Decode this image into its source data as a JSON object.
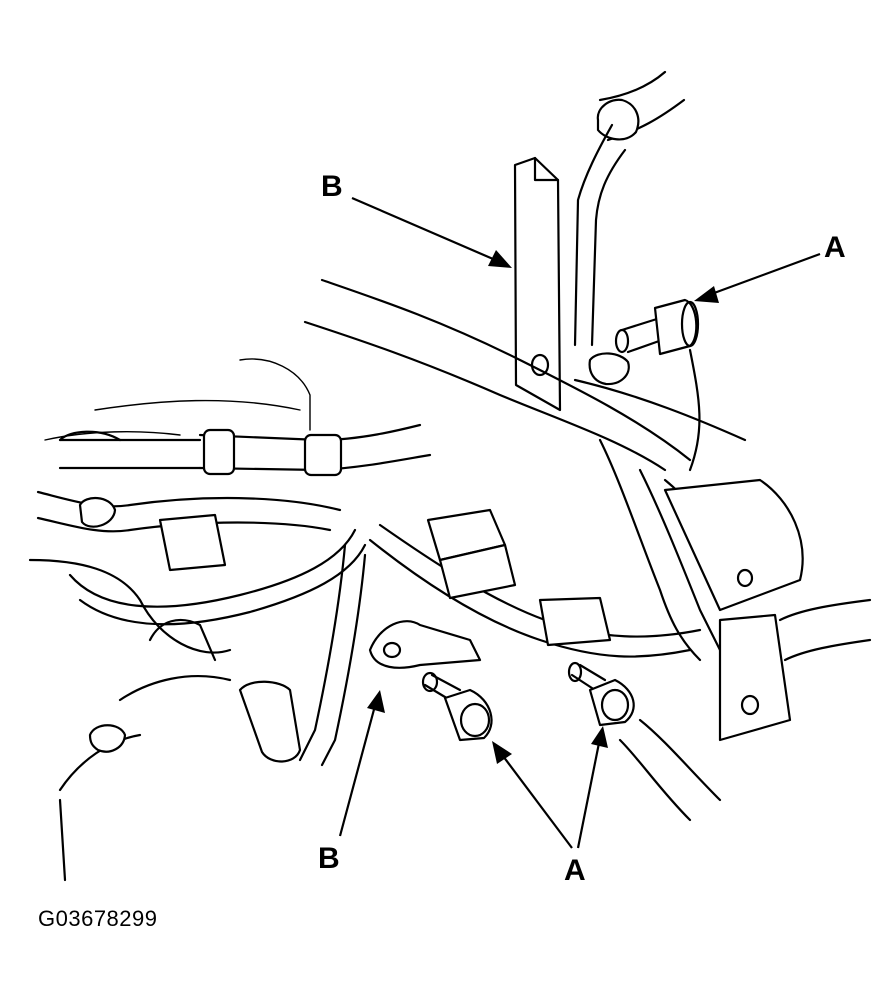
{
  "labels": {
    "callout_b_top": "B",
    "callout_a_right": "A",
    "callout_b_bottom": "B",
    "callout_a_bottom": "A"
  },
  "figure_id": "G03678299"
}
